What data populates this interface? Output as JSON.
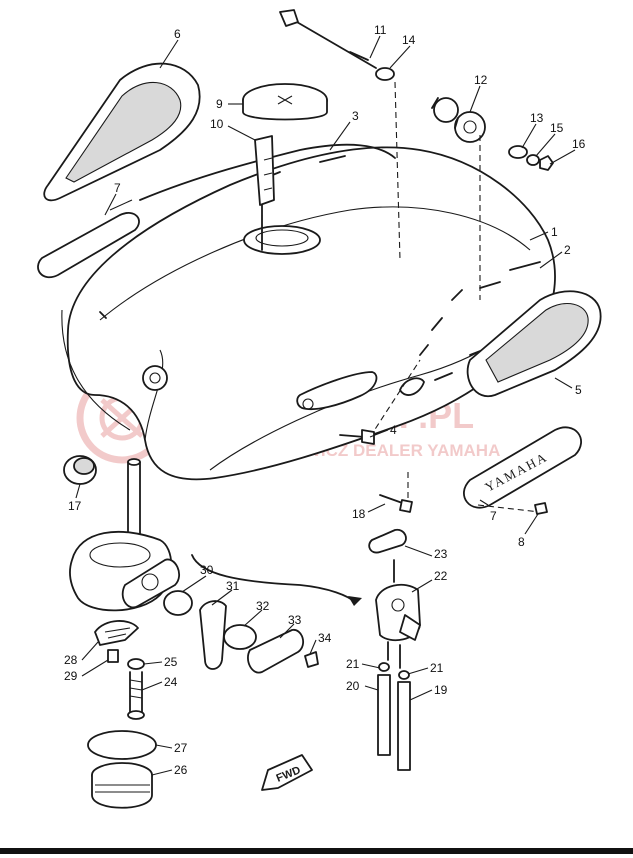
{
  "callouts": [
    "1",
    "2",
    "3",
    "4",
    "5",
    "6",
    "7",
    "7",
    "8",
    "9",
    "10",
    "11",
    "12",
    "13",
    "14",
    "15",
    "16",
    "17",
    "18",
    "19",
    "20",
    "21",
    "21",
    "22",
    "23",
    "24",
    "25",
    "26",
    "27",
    "28",
    "29",
    "30",
    "31",
    "32",
    "33",
    "34"
  ],
  "badge_text": "YAMAHA",
  "fwd_label": "FWD",
  "watermark": {
    "line1": "YAMASKLEP.PL",
    "line2": "WOJCIECHOWICZ DEALER YAMAHA",
    "color": "#e8a0a0"
  },
  "colors": {
    "ink": "#1a1a1a",
    "paper": "#ffffff"
  }
}
